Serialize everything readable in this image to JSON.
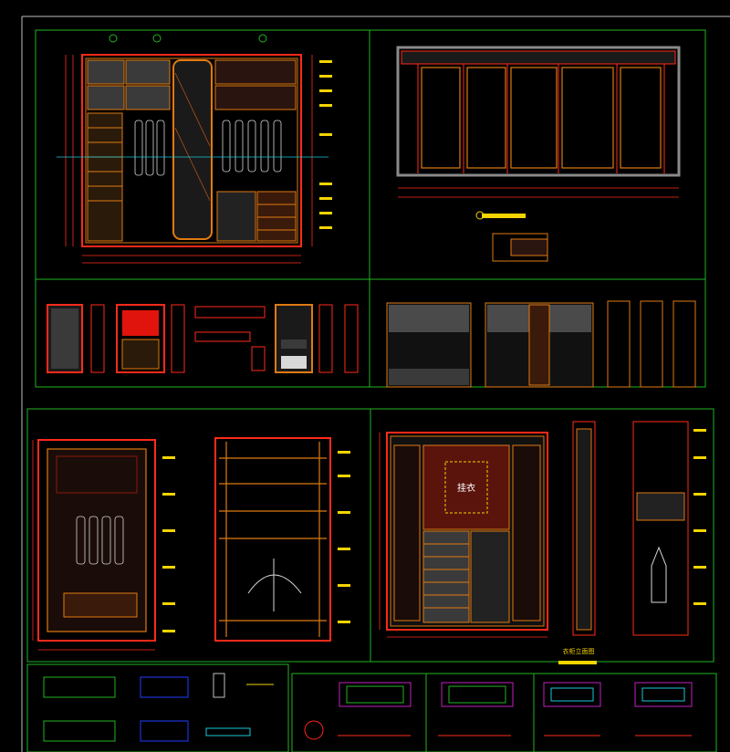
{
  "sheet": {
    "colors": {
      "background": "#000000",
      "frame": "#bfbfbf",
      "panel_border": "#1fb51f",
      "cabinet": "#ff2a1a",
      "cabinet_inner": "#e07a12",
      "dimension": "#ff2a1a",
      "annotation": "#f5d400",
      "leader": "#ffffff",
      "fill_dark": "#8a1a0e",
      "fill_gray": "#b8b8b8",
      "fill_blue": "#1f3cff",
      "fill_cyan": "#18c8d8",
      "fill_magenta": "#c020c0"
    },
    "panels": {
      "top_left": {
        "name": "wardrobe-elevation-a"
      },
      "top_right": {
        "name": "wardrobe-section-a"
      },
      "middle_left": {
        "name": "detail-strip-a"
      },
      "middle_right": {
        "name": "detail-strip-b"
      },
      "bottom_left": {
        "name": "wardrobe-elevation-b"
      },
      "bottom_right": {
        "name": "wardrobe-elevation-c"
      },
      "footer_left": {
        "name": "thumbnail-sheet"
      },
      "footer_mid": {
        "name": "cabinet-details-1"
      },
      "footer_right": {
        "name": "cabinet-details-2"
      }
    },
    "texts": {
      "hanging_area_label": "挂衣",
      "bottom_caption": "衣柜立面图"
    }
  }
}
